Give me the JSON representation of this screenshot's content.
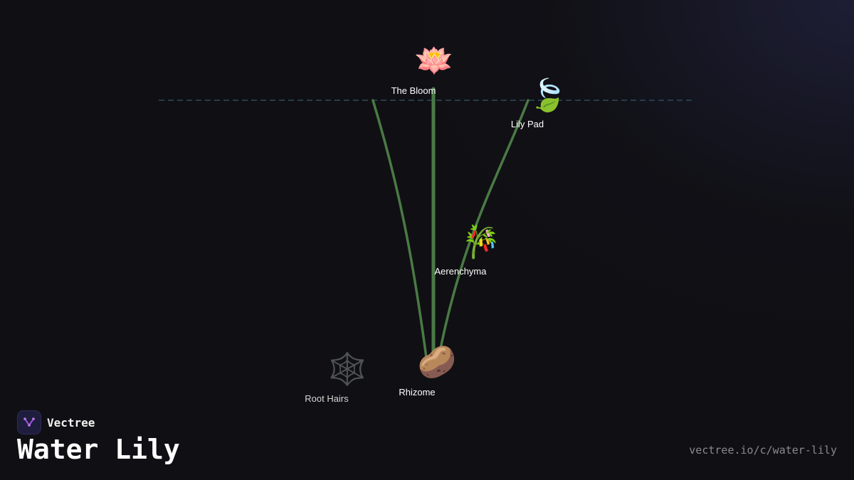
{
  "brand": {
    "name": "Vectree",
    "logo_icon": "vectree-logo-icon"
  },
  "title": "Water Lily",
  "url": "vectree.io/c/water-lily",
  "colors": {
    "background": "#101014",
    "stem": "#4a7a45",
    "water_line": "#2f4a5a",
    "logo_accent": "#a155e0"
  },
  "nodes": {
    "bloom": {
      "label": "The Bloom",
      "emoji": "🪷",
      "icon": "lotus-icon"
    },
    "lily_pad": {
      "label": "Lily Pad",
      "emoji": "🍃",
      "icon": "leaf-icon"
    },
    "aerenchyma": {
      "label": "Aerenchyma",
      "emoji": "🎋",
      "icon": "bamboo-icon"
    },
    "rhizome": {
      "label": "Rhizome",
      "emoji": "🥔",
      "icon": "potato-icon"
    },
    "root_hairs": {
      "label": "Root Hairs",
      "emoji": "🕸️",
      "icon": "spiderweb-icon"
    }
  }
}
